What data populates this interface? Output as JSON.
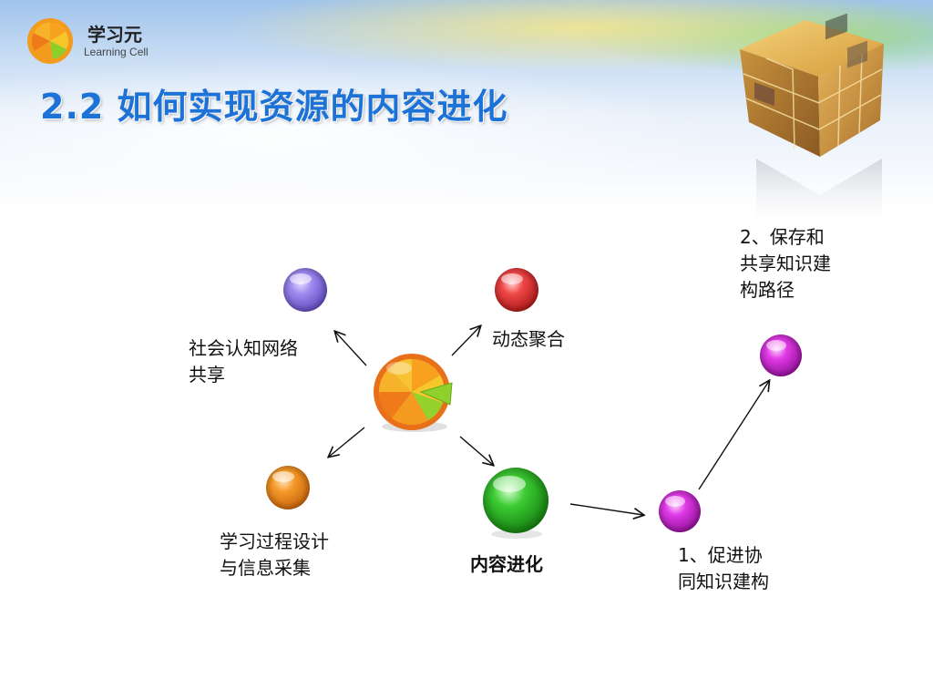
{
  "brand": {
    "name": "学习元",
    "subtitle": "Learning Cell"
  },
  "title": "2.2  如何实现资源的内容进化",
  "nodes": [
    {
      "id": "social",
      "label_lines": [
        "社会认知网络",
        "共享"
      ],
      "color": "#8e78e0"
    },
    {
      "id": "aggregate",
      "label_lines": [
        "动态聚合"
      ],
      "color": "#e53a3a"
    },
    {
      "id": "design",
      "label_lines": [
        "学习过程设计",
        "与信息采集"
      ],
      "color": "#f28a1e"
    },
    {
      "id": "evolution",
      "label_lines": [
        "内容进化"
      ],
      "color": "#2fb52a"
    },
    {
      "id": "step1",
      "label_lines": [
        "1、促进协",
        "同知识建构"
      ],
      "color": "#d52ad8"
    },
    {
      "id": "step2",
      "label_lines": [
        "2、保存和",
        "共享知识建",
        "构路径"
      ],
      "color": "#d52ad8"
    }
  ],
  "colors": {
    "title": "#1d72d8",
    "arrow": "#111111"
  }
}
